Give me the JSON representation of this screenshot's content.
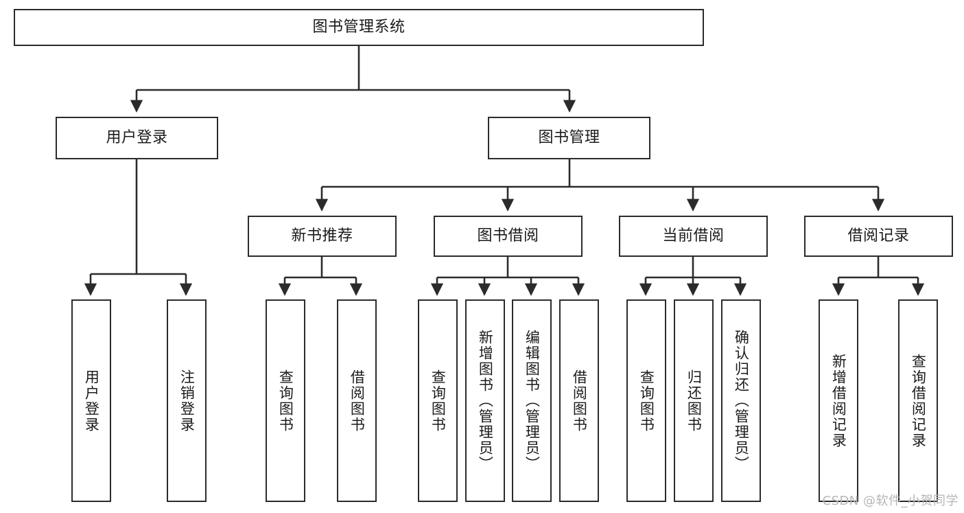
{
  "diagram": {
    "title": "图书管理系统",
    "type": "tree-hierarchy",
    "root": {
      "label": "图书管理系统"
    },
    "level2": [
      {
        "label": "用户登录"
      },
      {
        "label": "图书管理"
      }
    ],
    "level3": [
      {
        "label": "新书推荐"
      },
      {
        "label": "图书借阅"
      },
      {
        "label": "当前借阅"
      },
      {
        "label": "借阅记录"
      }
    ],
    "leaves": {
      "user_login": [
        {
          "label": "用户登录"
        },
        {
          "label": "注销登录"
        }
      ],
      "new_book_recommend": [
        {
          "label": "查询图书"
        },
        {
          "label": "借阅图书"
        }
      ],
      "book_borrow": [
        {
          "label": "查询图书"
        },
        {
          "label": "新增图书（管理员）"
        },
        {
          "label": "编辑图书（管理员）"
        },
        {
          "label": "借阅图书"
        }
      ],
      "current_borrow": [
        {
          "label": "查询图书"
        },
        {
          "label": "归还图书"
        },
        {
          "label": "确认归还（管理员）"
        }
      ],
      "borrow_record": [
        {
          "label": "新增借阅记录"
        },
        {
          "label": "查询借阅记录"
        }
      ]
    }
  },
  "watermark": {
    "text": "CSDN @软件_小贺同学"
  },
  "colors": {
    "border": "#2b2b2b",
    "line": "#2b2b2b",
    "background": "#ffffff",
    "text": "#1a1a1a",
    "watermark": "#b6b6b6"
  }
}
